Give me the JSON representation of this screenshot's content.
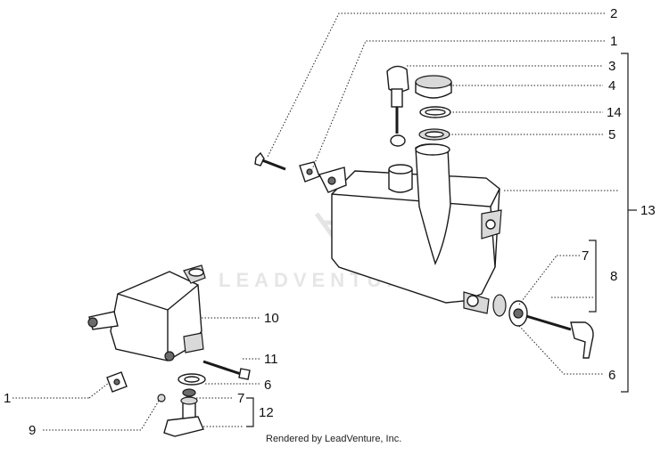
{
  "watermark": "LEADVENTURE",
  "credit": "Rendered by LeadVenture, Inc.",
  "callouts": {
    "c2": "2",
    "c1_top": "1",
    "c3": "3",
    "c4": "4",
    "c14": "14",
    "c5": "5",
    "c13": "13",
    "c7_right": "7",
    "c8": "8",
    "c6_right": "6",
    "c10": "10",
    "c11": "11",
    "c6_left": "6",
    "c7_left": "7",
    "c12": "12",
    "c1_left": "1",
    "c9": "9"
  }
}
